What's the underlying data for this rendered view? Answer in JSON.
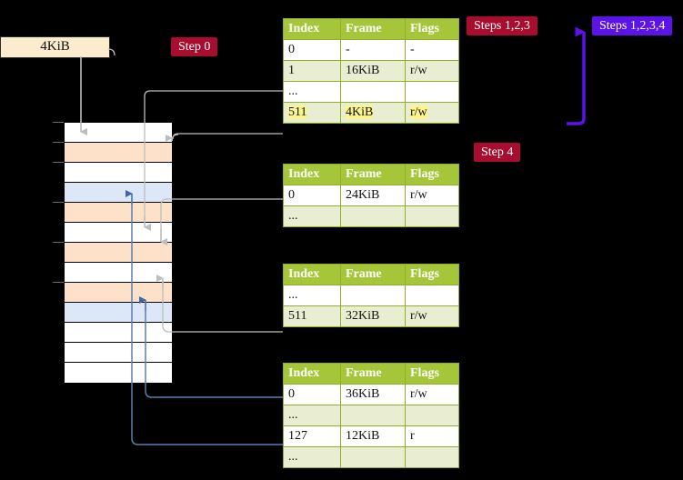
{
  "page": {
    "title": "Page table walk diagram",
    "background": "#000000"
  },
  "colors": {
    "table_header": "#a6c639",
    "table_border": "#8fae2a",
    "table_alt_row": "#e9eed2",
    "highlight_yellow": "#faf58c",
    "badge_red": "#a80c2e",
    "badge_blue": "#5b13e8",
    "sizebox_fill": "#faeccd",
    "mem_orange": "#fde1c8",
    "mem_blue": "#dce8f7",
    "wire_gray": "#bdbdbd",
    "wire_blue": "#5b7fb0",
    "arrow_purple": "#5b13e8"
  },
  "size_box": {
    "label": "4KiB"
  },
  "badges": [
    {
      "id": "step0",
      "label": "Step 0",
      "style": "red"
    },
    {
      "id": "steps123",
      "label": "Steps 1,2,3",
      "style": "red"
    },
    {
      "id": "steps1234",
      "label": "Steps 1,2,3,4",
      "style": "blue"
    },
    {
      "id": "step4",
      "label": "Step 4",
      "style": "red"
    }
  ],
  "tables": [
    {
      "id": "pml4",
      "headers": [
        "Index",
        "Frame",
        "Flags"
      ],
      "rows": [
        {
          "cells": [
            "0",
            "-",
            "-"
          ],
          "alt": false,
          "highlight": false
        },
        {
          "cells": [
            "1",
            "16KiB",
            "r/w"
          ],
          "alt": true,
          "highlight": false
        },
        {
          "cells": [
            "...",
            "",
            ""
          ],
          "alt": false,
          "highlight": false
        },
        {
          "cells": [
            "511",
            "4KiB",
            "r/w"
          ],
          "alt": true,
          "highlight": true
        }
      ]
    },
    {
      "id": "pdp",
      "headers": [
        "Index",
        "Frame",
        "Flags"
      ],
      "rows": [
        {
          "cells": [
            "0",
            "24KiB",
            "r/w"
          ],
          "alt": false,
          "highlight": false
        },
        {
          "cells": [
            "...",
            "",
            ""
          ],
          "alt": true,
          "highlight": false
        }
      ]
    },
    {
      "id": "pd",
      "headers": [
        "Index",
        "Frame",
        "Flags"
      ],
      "rows": [
        {
          "cells": [
            "...",
            "",
            ""
          ],
          "alt": false,
          "highlight": false
        },
        {
          "cells": [
            "511",
            "32KiB",
            "r/w"
          ],
          "alt": true,
          "highlight": false
        }
      ]
    },
    {
      "id": "pt",
      "headers": [
        "Index",
        "Frame",
        "Flags"
      ],
      "rows": [
        {
          "cells": [
            "0",
            "36KiB",
            "r/w"
          ],
          "alt": false,
          "highlight": false
        },
        {
          "cells": [
            "...",
            "",
            ""
          ],
          "alt": true,
          "highlight": false
        },
        {
          "cells": [
            "127",
            "12KiB",
            "r"
          ],
          "alt": false,
          "highlight": false
        },
        {
          "cells": [
            "...",
            "",
            ""
          ],
          "alt": true,
          "highlight": false
        }
      ]
    }
  ],
  "memory_block": {
    "rows": [
      {
        "fill": "white",
        "tick": true
      },
      {
        "fill": "orange",
        "tick": true
      },
      {
        "fill": "white",
        "tick": true
      },
      {
        "fill": "bluer",
        "tick": false
      },
      {
        "fill": "orange",
        "tick": true
      },
      {
        "fill": "white",
        "tick": false
      },
      {
        "fill": "orange",
        "tick": true
      },
      {
        "fill": "white",
        "tick": false
      },
      {
        "fill": "orange",
        "tick": true
      },
      {
        "fill": "bluer",
        "tick": false
      },
      {
        "fill": "white",
        "tick": false
      },
      {
        "fill": "white",
        "tick": false
      },
      {
        "fill": "white",
        "tick": false
      }
    ]
  }
}
